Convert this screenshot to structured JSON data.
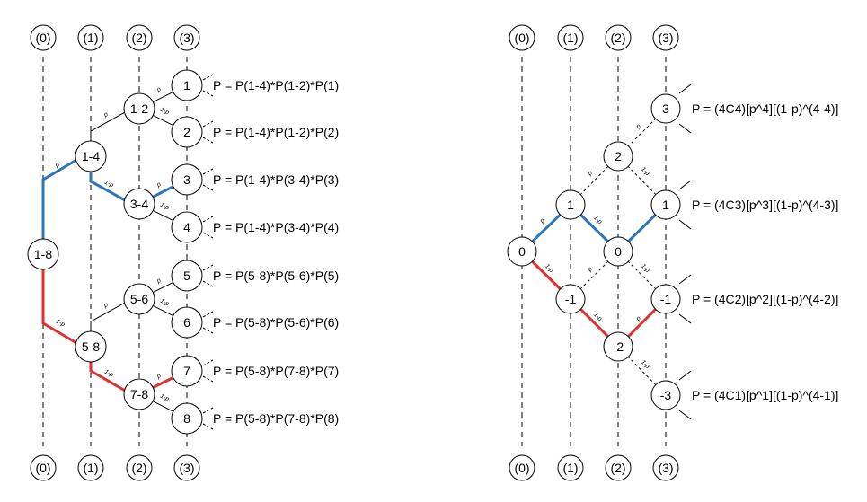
{
  "left_panel": {
    "headers_top": [
      "(0)",
      "(1)",
      "(2)",
      "(3)"
    ],
    "headers_bottom": [
      "(0)",
      "(1)",
      "(2)",
      "(3)"
    ],
    "nodes": [
      "1-8",
      "1-4",
      "5-8",
      "1-2",
      "3-4",
      "5-6",
      "7-8",
      "1",
      "2",
      "3",
      "4",
      "5",
      "6",
      "7",
      "8"
    ],
    "edge_labels": {
      "p": "p",
      "q": "1-p"
    },
    "equations": [
      "P = P(1-4)*P(1-2)*P(1)",
      "P = P(1-4)*P(1-2)*P(2)",
      "P = P(1-4)*P(3-4)*P(3)",
      "P = P(1-4)*P(3-4)*P(4)",
      "P = P(5-8)*P(5-6)*P(5)",
      "P = P(5-8)*P(5-6)*P(6)",
      "P = P(5-8)*P(7-8)*P(7)",
      "P = P(5-8)*P(7-8)*P(8)"
    ]
  },
  "right_panel": {
    "headers_top": [
      "(0)",
      "(1)",
      "(2)",
      "(3)"
    ],
    "headers_bottom": [
      "(0)",
      "(1)",
      "(2)",
      "(3)"
    ],
    "nodes": [
      "0",
      "1",
      "-1",
      "2",
      "0",
      "-2",
      "3",
      "1",
      "-1",
      "-3"
    ],
    "edge_labels": {
      "p": "p",
      "q": "1-p"
    },
    "equations": [
      "P = (4C4)[p^4][(1-p)^(4-4)]",
      "P = (4C3)[p^3][(1-p)^(4-3)]",
      "P = (4C2)[p^2][(1-p)^(4-2)]",
      "P = (4C1)[p^1][(1-p)^(4-1)]"
    ]
  },
  "colors": {
    "up_path": "#2e75b6",
    "down_path": "#e03030",
    "line": "#000000",
    "node_fill": "#ffffff"
  }
}
